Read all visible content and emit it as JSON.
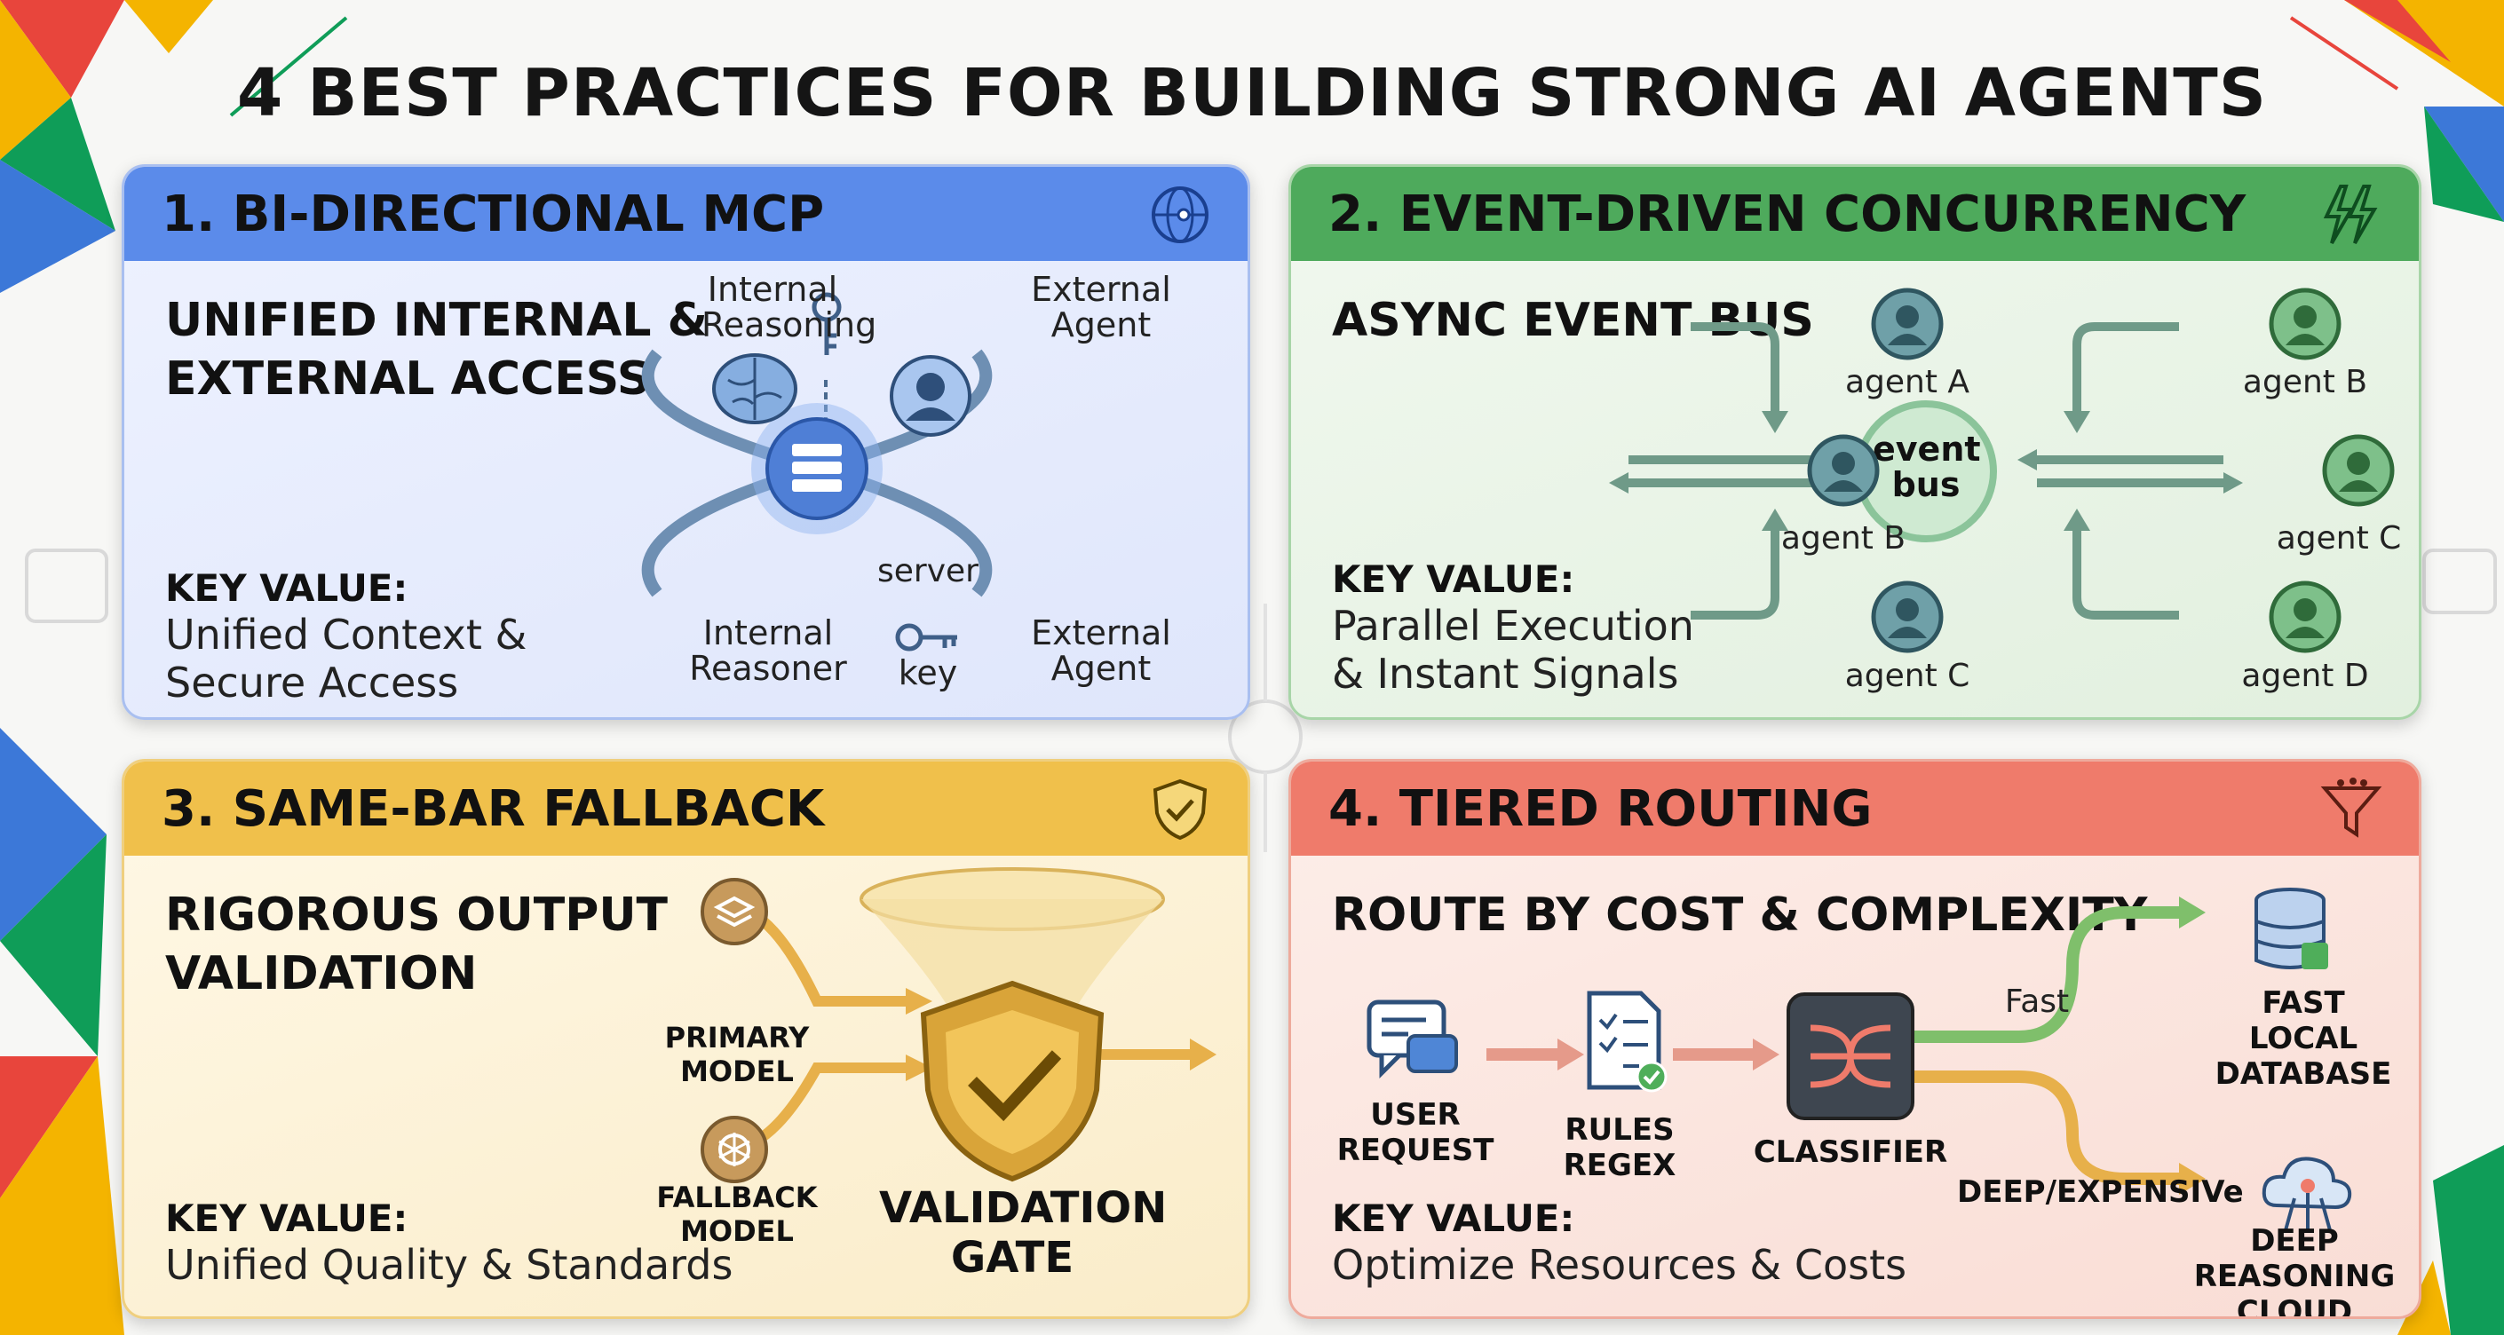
{
  "title": "4 BEST PRACTICES FOR BUILDING STRONG AI AGENTS",
  "colors": {
    "blue": "#5b8bea",
    "green": "#4eaa5c",
    "yellow": "#f0c04b",
    "red": "#ef7b6b"
  },
  "panels": [
    {
      "header": "1. BI-DIRECTIONAL MCP",
      "header_icon": "globe-key-icon",
      "subtitle_lines": [
        "UNIFIED INTERNAL &",
        "EXTERNAL ACCESS"
      ],
      "key_value_label": "KEY VALUE:",
      "key_value_lines": [
        "Unified Context &",
        "Secure Access"
      ],
      "diagram": {
        "internal_reasoning": [
          "Internal",
          "Reasoning"
        ],
        "external_agent_top": [
          "External",
          "Agent"
        ],
        "server": "server",
        "internal_reasoner": [
          "Internal",
          "Reasoner"
        ],
        "key": "key",
        "external_agent_bottom": [
          "External",
          "Agent"
        ]
      }
    },
    {
      "header": "2. EVENT-DRIVEN CONCURRENCY",
      "header_icon": "lightning-bolts-icon",
      "subtitle_lines": [
        "ASYNC EVENT BUS"
      ],
      "key_value_label": "KEY VALUE:",
      "key_value_lines": [
        "Parallel Execution",
        "& Instant Signals"
      ],
      "diagram": {
        "hub_lines": [
          "event",
          "bus"
        ],
        "agents": [
          "agent A",
          "agent B",
          "agent B",
          "agent C",
          "agent C",
          "agent D"
        ]
      }
    },
    {
      "header": "3. SAME-BAR FALLBACK",
      "header_icon": "shield-check-icon",
      "subtitle_lines": [
        "RIGOROUS OUTPUT",
        "VALIDATION"
      ],
      "key_value_label": "KEY VALUE:",
      "key_value_lines": [
        "Unified Quality & Standards"
      ],
      "diagram": {
        "primary_model": [
          "PRIMARY",
          "MODEL"
        ],
        "fallback_model": [
          "FALLBACK",
          "MODEL"
        ],
        "gate": [
          "VALIDATION",
          "GATE"
        ]
      }
    },
    {
      "header": "4. TIERED ROUTING",
      "header_icon": "funnel-icon",
      "subtitle_lines": [
        "ROUTE BY COST & COMPLEXITY"
      ],
      "key_value_label": "KEY VALUE:",
      "key_value_lines": [
        "Optimize Resources & Costs"
      ],
      "diagram": {
        "user_request": [
          "USER",
          "REQUEST"
        ],
        "rules_regex": [
          "RULES",
          "REGEX"
        ],
        "classifier": "CLASSIFIER",
        "fast": "Fast",
        "fast_db": [
          "FAST LOCAL",
          "DATABASE"
        ],
        "deep": "DEEP/EXPENSIVe",
        "deep_cloud": [
          "DEEP REASONING",
          "CLOUD"
        ]
      }
    }
  ]
}
